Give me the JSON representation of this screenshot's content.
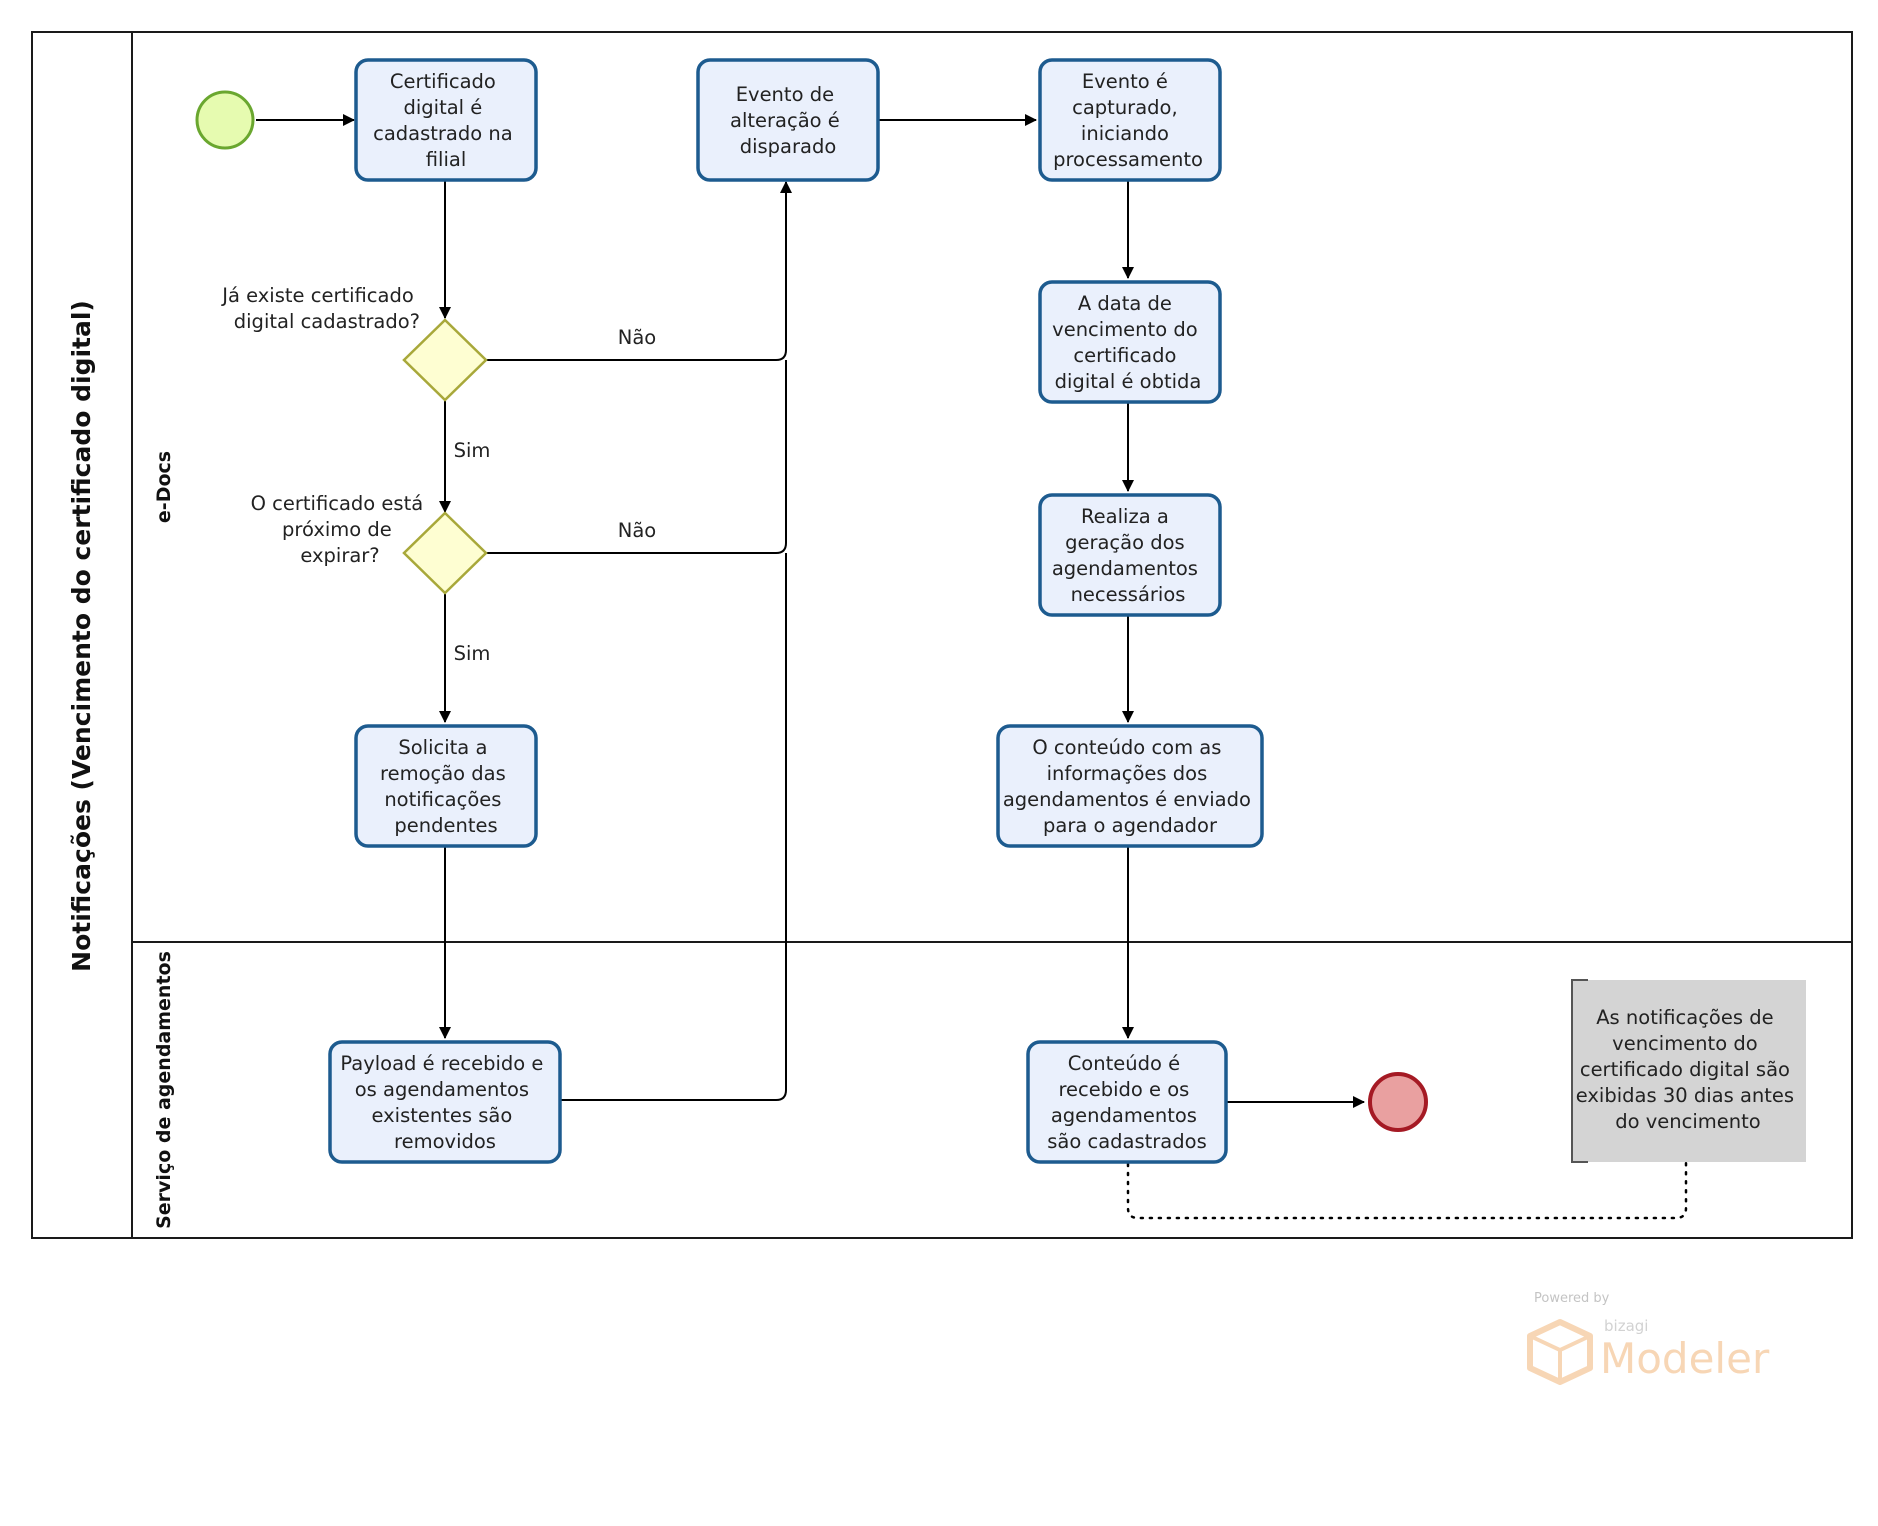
{
  "pool": {
    "title": "Notificações (Vencimento do certificado digital)"
  },
  "lanes": {
    "edocs": "e-Docs",
    "scheduler": "Serviço de agendamentos"
  },
  "tasks": {
    "cert_registered": [
      "Certificado",
      "digital é",
      "cadastrado na",
      "filial"
    ],
    "change_event": [
      "Evento de",
      "alteração é",
      "disparado"
    ],
    "event_captured": [
      "Evento é",
      "capturado,",
      "iniciando",
      "processamento"
    ],
    "expiry_date": [
      "A data de",
      "vencimento do",
      "certificado",
      "digital é obtida"
    ],
    "generate_schedules": [
      "Realiza a",
      "geração dos",
      "agendamentos",
      "necessários"
    ],
    "content_sent": [
      "O conteúdo com as",
      "informações dos",
      "agendamentos é enviado",
      "para o agendador"
    ],
    "remove_request": [
      "Solicita a",
      "remoção das",
      "notificações",
      "pendentes"
    ],
    "payload_received": [
      "Payload é recebido e",
      "os agendamentos",
      "existentes são",
      "removidos"
    ],
    "content_received": [
      "Conteúdo é",
      "recebido e os",
      "agendamentos",
      "são cadastrados"
    ]
  },
  "gateways": {
    "cert_exists": [
      "Já existe certificado",
      "digital cadastrado?"
    ],
    "near_expiry": [
      "O certificado está",
      "próximo de",
      "expirar?"
    ]
  },
  "flow_labels": {
    "no_1": "Não",
    "no_2": "Não",
    "yes_1": "Sim",
    "yes_2": "Sim"
  },
  "annotation": [
    "As notificações de",
    "vencimento do",
    "certificado digital são",
    "exibidas 30 dias antes",
    "do vencimento"
  ],
  "watermark": {
    "powered_by": "Powered by",
    "brand": "bizagi",
    "product": "Modeler"
  },
  "colors": {
    "task_fill": "#eaf0fc",
    "task_stroke": "#1d5b8f",
    "gateway_fill": "#fefed2",
    "gateway_stroke": "#a8a83a",
    "start_fill": "#e6fbb0",
    "start_stroke": "#6aa72f",
    "end_fill": "#e9a0a0",
    "end_stroke": "#a51a24",
    "annotation_fill": "#d4d4d4"
  }
}
